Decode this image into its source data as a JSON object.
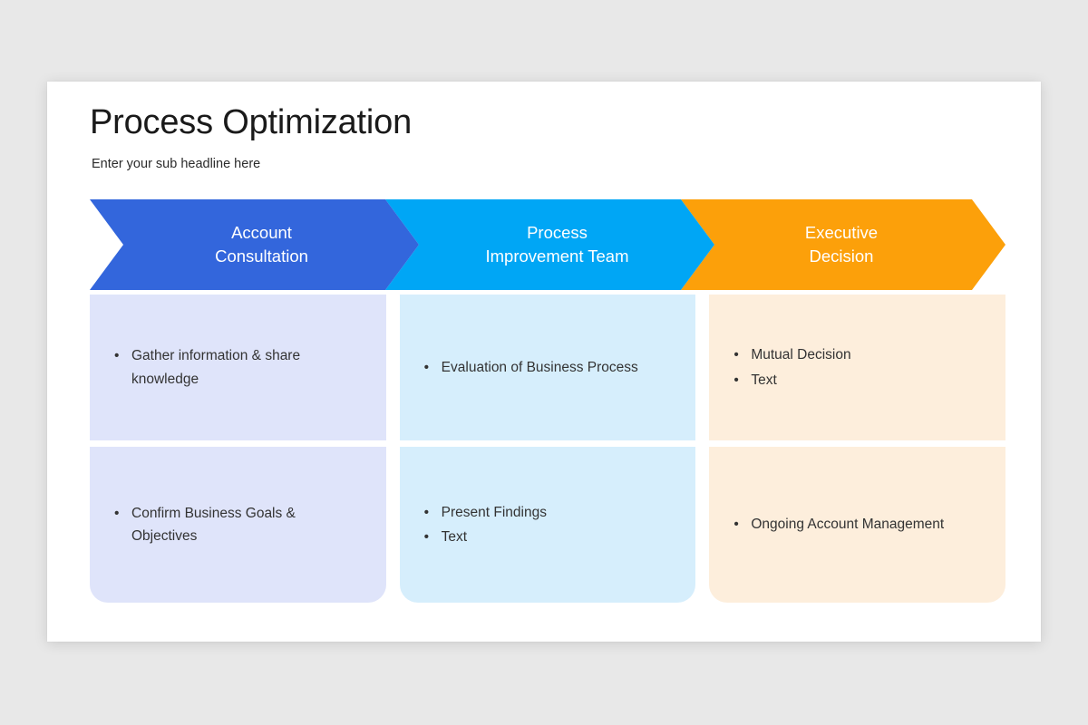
{
  "slide": {
    "title": "Process Optimization",
    "subtitle": "Enter your sub headline here"
  },
  "colors": {
    "page_background": "#e8e8e8",
    "slide_background": "#ffffff",
    "stage1_arrow": "#3366dc",
    "stage2_arrow": "#00a6f5",
    "stage3_arrow": "#fca00a",
    "stage1_card": "#dfe4fa",
    "stage2_card": "#d6eefc",
    "stage3_card": "#fdeedc",
    "arrow_label_text": "#ffffff",
    "body_text": "#333333",
    "title_text": "#1a1a1a"
  },
  "stages": [
    {
      "key": "account-consultation",
      "label": "Account\nConsultation",
      "arrow_color": "#3366dc",
      "card_color": "#dfe4fa",
      "cards": [
        {
          "bullets": [
            "Gather information & share knowledge"
          ]
        },
        {
          "bullets": [
            "Confirm Business Goals & Objectives"
          ]
        }
      ]
    },
    {
      "key": "process-improvement-team",
      "label": "Process\nImprovement Team",
      "arrow_color": "#00a6f5",
      "card_color": "#d6eefc",
      "cards": [
        {
          "bullets": [
            "Evaluation of Business Process"
          ]
        },
        {
          "bullets": [
            "Present Findings",
            "Text"
          ]
        }
      ]
    },
    {
      "key": "executive-decision",
      "label": "Executive\nDecision",
      "arrow_color": "#fca00a",
      "card_color": "#fdeedc",
      "cards": [
        {
          "bullets": [
            "Mutual Decision",
            "Text"
          ]
        },
        {
          "bullets": [
            "Ongoing Account Management"
          ]
        }
      ]
    }
  ],
  "bullet_glyph": "•"
}
